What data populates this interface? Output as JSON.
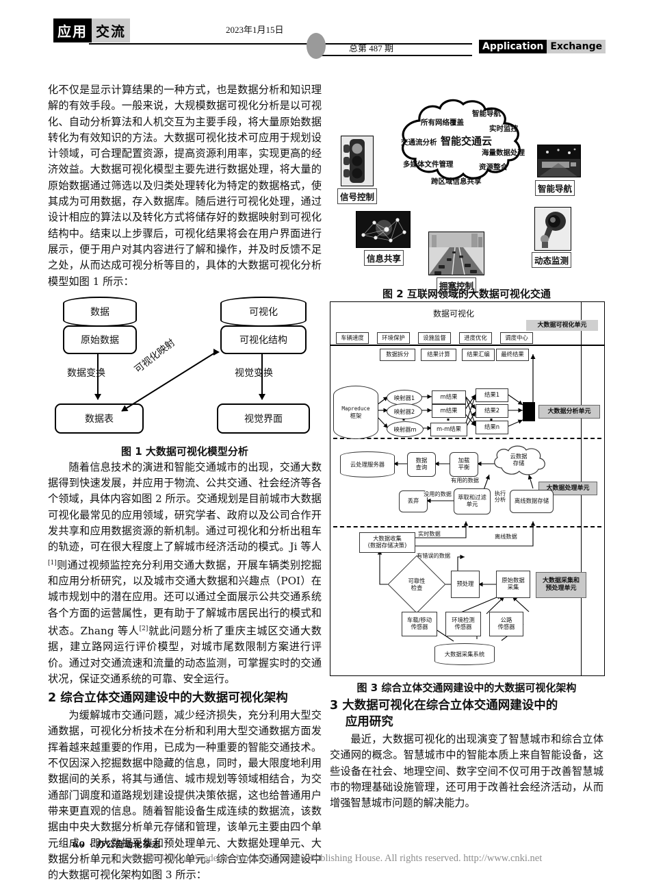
{
  "header": {
    "tag_cn_black": "应用",
    "tag_cn_grey": "交流",
    "date": "2023年1月15日",
    "issue": "总第 487 期",
    "tag_en_black": "Application",
    "tag_en_grey": "Exchange"
  },
  "left_column": {
    "para1": "化不仅是显示计算结果的一种方式，也是数据分析和知识理解的有效手段。一般来说，大规模数据可视化分析是以可视化、自动分析算法和人机交互为主要手段，将大量原始数据转化为有效知识的方法。大数据可视化技术可应用于规划设计领域，可合理配置资源，提高资源利用率，实现更高的经济效益。大数据可视化模型主要先进行数据处理，将大量的原始数据通过筛选以及归类处理转化为特定的数据格式，使其成为可用数据，存入数据库。随后进行可视化处理，通过设计相应的算法以及转化方式将储存好的数据映射到可视化结构中。结束以上步骤后，可视化结果将会在用户界面进行展示，便于用户对其内容进行了解和操作，并及时反馈不足之处，从而达成可视分析等目的，具体的大数据可视化分析模型如图 1 所示：",
    "fig1_caption": "图 1 大数据可视化模型分析",
    "para2_a": "随着信息技术的演进和智能交通城市的出现，交通大数据得到快速发展，并应用于物流、公共交通、社会经济等各个领域，具体内容如图 2 所示。交通规划是目前城市大数据可视化最常见的应用领域，研究学者、政府以及公司合作开发共享和应用数据资源的新机制。通过可视化和分析出租车的轨迹，可在很大程度上了解城市经济活动的模式。Ji 等人",
    "para2_ref1": "[1]",
    "para2_b": "则通过视频监控充分利用交通大数据，开展车辆类别挖掘和应用分析研究，以及城市交通大数据和兴趣点（POI）在城市规划中的潜在应用。还可以通过全面展示公共交通系统各个方面的运营属性，更有助于了解城市居民出行的模式和状态。Zhang 等人",
    "para2_ref2": "[2]",
    "para2_c": "就此问题分析了重庆主城区交通大数据，建立路网运行评价模型，对城市尾数限制方案进行评价。通过对交通流速和流量的动态监测，可掌握实时的交通状况，保证交通系统的可靠、安全运行。",
    "section2_heading": "2 综合立体交通网建设中的大数据可视化架构",
    "para3": "为缓解城市交通问题，减少经济损失，充分利用大型交通数据，可视化分析技术在分析和利用大型交通数据方面发挥着越来越重要的作用，已成为一种重要的智能交通技术。不仅因深入挖掘数据中隐藏的信息，同时，最大限度地利用数据间的关系，将其与通信、城市规划等领域相结合，为交通部门调度和道路规划建设提供决策依据，这也给普通用户带来更直观的信息。随着智能设备生成连续的数据流，该数据由中央大数据分析单元存储和管理，该单元主要由四个单元组成，即大数据采集和预处理单元、大数据处理单元、大数据分析单元和大数据可视化单元。综合立体交通网建设中的大数据可视化架构如图 3 所示："
  },
  "figure1": {
    "data": "数据",
    "raw_data": "原始数据",
    "data_table": "数据表",
    "visualization": "可视化",
    "vis_structure": "可视化结构",
    "visual_interface": "视觉界面",
    "data_transform": "数据变换",
    "visual_transform": "视觉变换",
    "vis_mapping": "可视化映射"
  },
  "figure2": {
    "caption": "图 2  互联网领域的大数据可视化交通",
    "cloud_center": "智能交通云",
    "cloud_terms": [
      "所有网络覆盖",
      "智能导航",
      "实时监控",
      "交通流分析",
      "海量数据处理",
      "多媒体文件管理",
      "资源整合",
      "跨区域信息共享"
    ],
    "photos": [
      {
        "label": "信号控制",
        "icon": "traffic-light-photo"
      },
      {
        "label": "智能导航",
        "icon": "night-road-photo"
      },
      {
        "label": "信息共享",
        "icon": "network-nodes-photo"
      },
      {
        "label": "拥塞控制",
        "icon": "highway-traffic-photo"
      },
      {
        "label": "动态监测",
        "icon": "cctv-camera-photo"
      }
    ]
  },
  "figure3": {
    "caption": "图 3  综合立体交通网建设中的大数据可视化架构",
    "title": "数据可视化",
    "units": [
      "大数据可视化单元",
      "大数据分析单元",
      "大数据处理单元",
      "大数据采集和\n预处理单元"
    ],
    "unit_vis": "大数据可视化单元",
    "unit_analysis": "大数据分析单元",
    "unit_process": "大数据处理单元",
    "unit_collect_l1": "大数据采集和",
    "unit_collect_l2": "预处理单元",
    "vis_items": [
      "车辆速度",
      "环境保护",
      "设施监督",
      "进度优化",
      "调度中心"
    ],
    "analysis_headers": [
      "数据拆分",
      "结果计算",
      "结果汇编",
      "最终结果"
    ],
    "mapreduce_l1": "Mapreduce",
    "mapreduce_l2": "框架",
    "mappers": [
      "映射器1",
      "映射器2",
      "映射器m"
    ],
    "m_results": [
      "m结果",
      "m结果",
      "m-m结果"
    ],
    "results": [
      "结果1",
      "结果2",
      "结果n"
    ],
    "cloud_server": "云处理服务器",
    "data_query_l1": "数据",
    "data_query_l2": "查询",
    "load_balance_l1": "加载",
    "load_balance_l2": "平衡",
    "cloud_storage_l1": "云数据",
    "cloud_storage_l2": "存储",
    "discard": "丢弃",
    "extract_filter_l1": "萃取和过滤",
    "extract_filter_l2": "单元",
    "offline_storage": "离线数据存储",
    "label_useful": "有用的数据",
    "label_useless": "没用的数据",
    "label_execute_l1": "执行",
    "label_execute_l2": "分析",
    "bigdata_collect_l1": "大数据收集",
    "bigdata_collect_l2": "(数据存储决策)",
    "label_realtime": "实时数据",
    "label_offline": "离线数据",
    "label_error_data": "有错误的数据",
    "reliability_l1": "可靠性",
    "reliability_l2": "检查",
    "preprocess": "预处理",
    "raw_collect_l1": "原始数据",
    "raw_collect_l2": "采集",
    "sensors": [
      {
        "l1": "车载/移动",
        "l2": "传感器"
      },
      {
        "l1": "环境检测",
        "l2": "传感器"
      },
      {
        "l1": "公路",
        "l2": "传感器"
      }
    ],
    "collect_system": "大数据采集系统"
  },
  "right_column": {
    "section3_heading_l1": "3 大数据可视化在综合立体交通网建设中的",
    "section3_heading_l2": "应用研究",
    "para4": "最近，大数据可视化的出现演变了智慧城市和综合立体交通网的概念。智慧城市中的智能本质上来自智能设备，这些设备在社会、地理空间、数字空间不仅可用于改善智慧城市的物理基础设施管理，还可用于改善社会经济活动，从而增强智慧城市问题的解决能力。"
  },
  "footer": {
    "page_marker": "· 60 ·  办公自动化杂志",
    "copyright": "(C)1994-2023 China Academic Journal Electronic Publishing House. All rights reserved.    http://www.cnki.net"
  }
}
